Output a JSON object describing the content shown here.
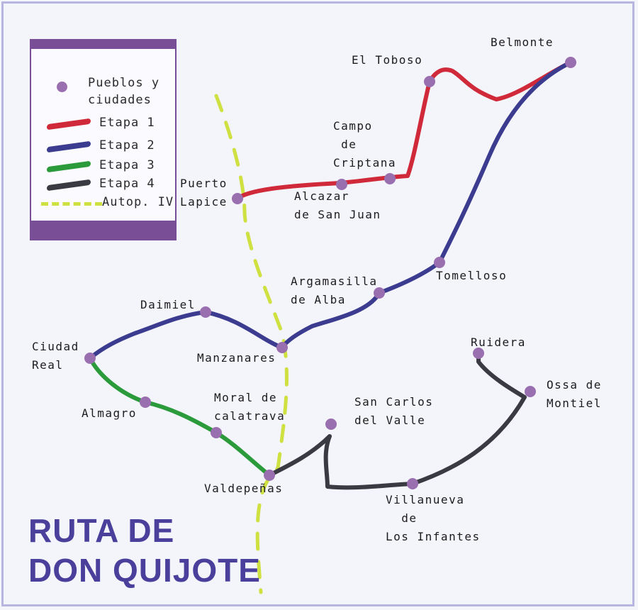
{
  "title": {
    "line1": "RUTA DE",
    "line2": "DON QUIJOTE",
    "color": "#4a3f9a"
  },
  "legend": {
    "places_label": "Pueblos y ciudades",
    "items": [
      {
        "label": "Etapa 1",
        "color": "#d0293a"
      },
      {
        "label": "Etapa 2",
        "color": "#3b3b8f"
      },
      {
        "label": "Etapa 3",
        "color": "#2a9a3a"
      },
      {
        "label": "Etapa 4",
        "color": "#3a3a42"
      },
      {
        "label": "Autop. IV",
        "color": "#cfe041"
      }
    ],
    "frame_color": "#7a4e96",
    "dot_color": "#9a6fb0"
  },
  "places": {
    "belmonte": "Belmonte",
    "el_toboso": "El Toboso",
    "campo_de_criptana": "Campo\n de\nCriptana",
    "puerto_lapice": "Puerto\nLapice",
    "alcazar": "Alcazar\nde San Juan",
    "tomelloso": "Tomelloso",
    "argamasilla": "Argamasilla\nde Alba",
    "daimiel": "Daimiel",
    "ciudad_real": "Ciudad\nReal",
    "manzanares": "Manzanares",
    "ruidera": "Ruidera",
    "ossa_de_montiel": "Ossa de\nMontiel",
    "san_carlos": "San Carlos\ndel Valle",
    "moral": "Moral de\ncalatrava",
    "almagro": "Almagro",
    "valdepenas": "Valdepeñas",
    "villanueva": "Villanueva\n  de\nLos Infantes"
  }
}
